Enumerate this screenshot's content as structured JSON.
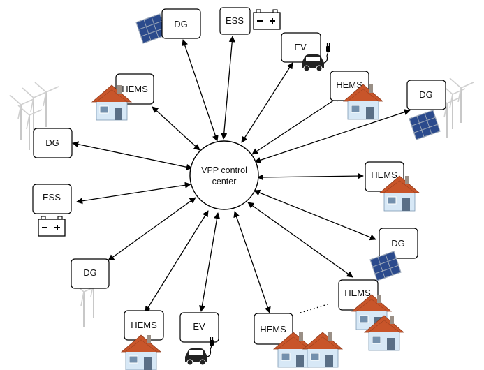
{
  "center": {
    "line1": "VPP control",
    "line2": "center"
  },
  "nodes": [
    {
      "id": "dg_top",
      "type": "DG",
      "label": "DG",
      "icon": "solar-panel"
    },
    {
      "id": "ess_top",
      "type": "ESS",
      "label": "ESS",
      "icon": "battery"
    },
    {
      "id": "ev_topright",
      "type": "EV",
      "label": "EV",
      "icon": "electric-car"
    },
    {
      "id": "hems_topleft",
      "type": "HEMS",
      "label": "HEMS",
      "icon": "house"
    },
    {
      "id": "hems_topright",
      "type": "HEMS",
      "label": "HEMS",
      "icon": "house"
    },
    {
      "id": "dg_right",
      "type": "DG",
      "label": "DG",
      "icon": "solar-and-wind"
    },
    {
      "id": "dg_left",
      "type": "DG",
      "label": "DG",
      "icon": "wind-turbine"
    },
    {
      "id": "hems_right",
      "type": "HEMS",
      "label": "HEMS",
      "icon": "house"
    },
    {
      "id": "ess_left",
      "type": "ESS",
      "label": "ESS",
      "icon": "battery"
    },
    {
      "id": "dg_lowright",
      "type": "DG",
      "label": "DG",
      "icon": "solar-panel"
    },
    {
      "id": "dg_lowleft",
      "type": "DG",
      "label": "DG",
      "icon": "wind-turbine"
    },
    {
      "id": "hems_lowright",
      "type": "HEMS",
      "label": "HEMS",
      "icon": "house-cluster"
    },
    {
      "id": "hems_bottom",
      "type": "HEMS",
      "label": "HEMS",
      "icon": "house"
    },
    {
      "id": "ev_bottom",
      "type": "EV",
      "label": "EV",
      "icon": "electric-car"
    },
    {
      "id": "hems_bottomright",
      "type": "HEMS",
      "label": "HEMS",
      "icon": "house-cluster"
    }
  ],
  "colors": {
    "roof": "#c8552a",
    "wall": "#cfe3f4",
    "solar": "#2b4a8c",
    "line": "#000000"
  }
}
